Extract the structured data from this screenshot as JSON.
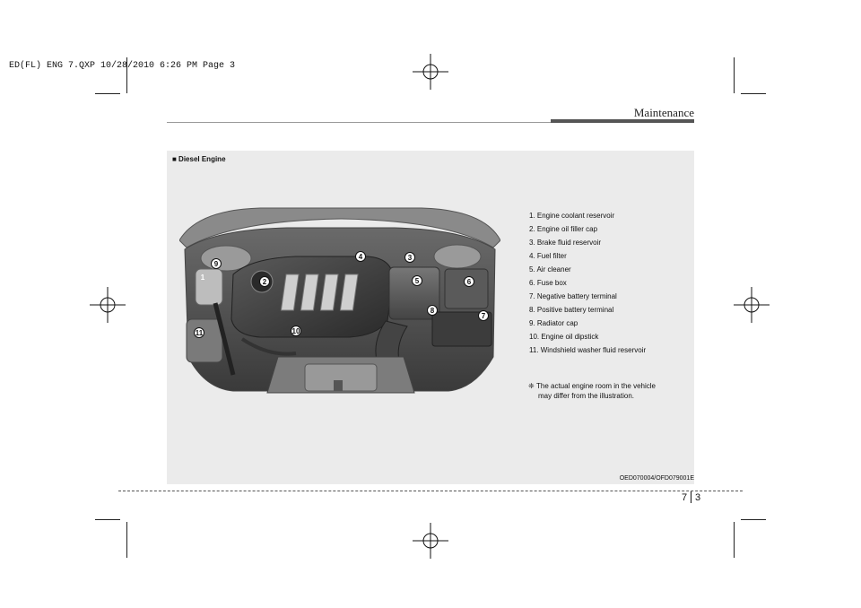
{
  "print_slug": "ED(FL) ENG 7.QXP  10/28/2010  6:26 PM  Page 3",
  "section_title": "Maintenance",
  "figure": {
    "title": "■ Diesel Engine",
    "callouts": [
      "1",
      "2",
      "3",
      "4",
      "5",
      "6",
      "7",
      "8",
      "9",
      "10",
      "11"
    ],
    "legend": [
      "1. Engine coolant reservoir",
      "2. Engine oil filler cap",
      "3. Brake fluid reservoir",
      "4. Fuel filter",
      "5. Air cleaner",
      "6. Fuse box",
      "7. Negative battery terminal",
      "8. Positive battery terminal",
      "9. Radiator cap",
      "10. Engine oil dipstick",
      "11. Windshield washer fluid reservoir"
    ],
    "note_symbol": "❈",
    "note_line1": "The actual engine room in the vehicle",
    "note_line2": "may differ from the illustration.",
    "caption": "OED070004/OFD079001E"
  },
  "page": {
    "chapter": "7",
    "number": "3"
  }
}
